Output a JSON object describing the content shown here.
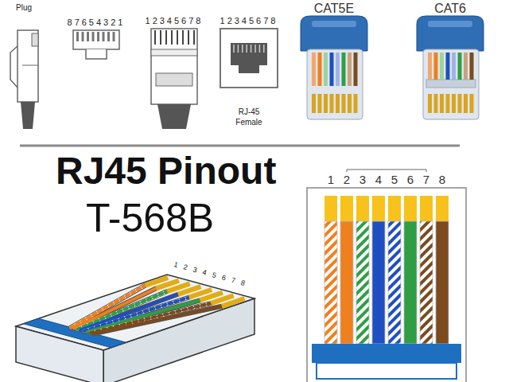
{
  "diagram": {
    "title": "RJ45 Pinout",
    "labels": [
      "Plug",
      "87654321",
      "12345678",
      "12345678",
      "RJ-45 Female",
      "CAT5E",
      "CAT6",
      "T-568B",
      "12345678",
      "1",
      "2",
      "3",
      "4",
      "5",
      "6",
      "7",
      "8"
    ]
  }
}
